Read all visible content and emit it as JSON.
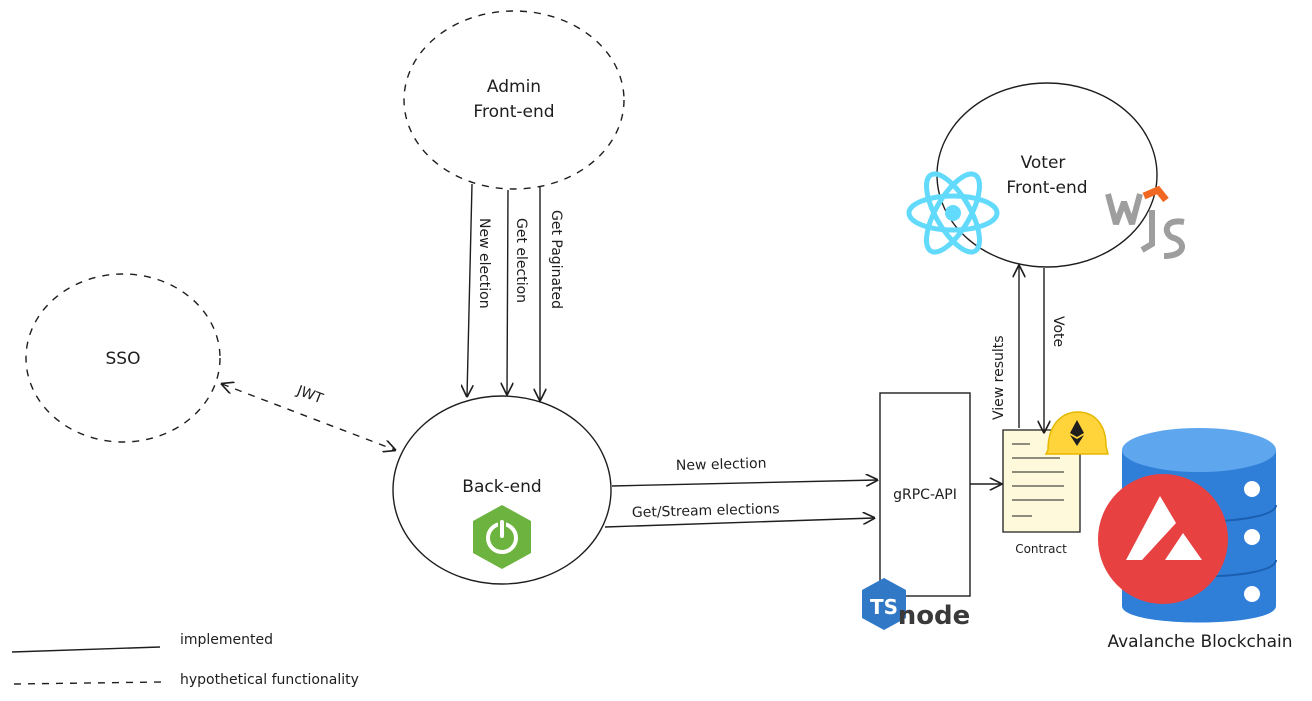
{
  "nodes": {
    "admin": "Admin\nFront-end",
    "sso": "SSO",
    "backend": "Back-end",
    "voter": "Voter\nFront-end",
    "grpc": "gRPC-API",
    "contract": "Contract",
    "blockchain": "Avalanche Blockchain"
  },
  "edges": {
    "new_election_down": "New election",
    "get_election": "Get election",
    "get_paginated": "Get Paginated",
    "jwt": "JWT",
    "new_election": "New election",
    "get_stream": "Get/Stream elections",
    "view_results": "View results",
    "vote": "Vote"
  },
  "legend": {
    "implemented": "implemented",
    "hypothetical": "hypothetical functionality"
  },
  "logos": {
    "ts_node": "TSnode",
    "w3js": "W3JS"
  },
  "icons": [
    "spring-icon",
    "react-icon",
    "web3js-icon",
    "ts-node-icon",
    "ethereum-helmet-icon",
    "avalanche-icon",
    "database-icon"
  ],
  "colors": {
    "spring": "#6db33f",
    "react": "#61dafb",
    "avalanche": "#e84142",
    "database": "#2f7fd9",
    "helmet": "#ffd43b",
    "ts": "#3178c6"
  }
}
